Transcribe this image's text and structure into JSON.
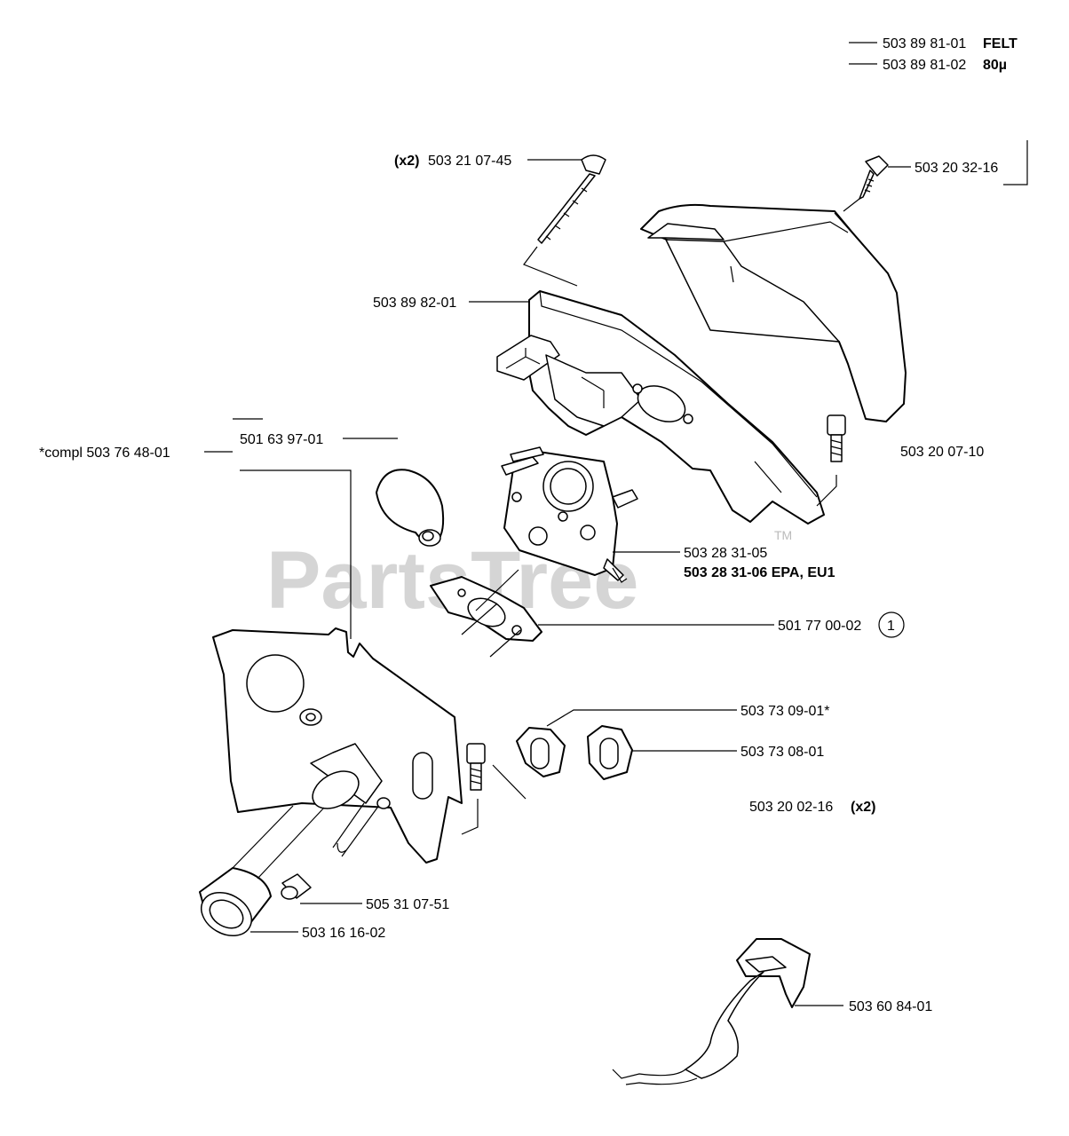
{
  "watermark": {
    "text": "PartsTree",
    "tm": "TM"
  },
  "labels": {
    "felt_num": "503 89 81-01",
    "felt_word": "FELT",
    "micro_num": "503 89 81-02",
    "micro_word": "80µ",
    "screw_qty": "(x2)",
    "screw_num": "503 21 07-45",
    "cover_screw": "503 20 32-16",
    "air_filter_base": "503 89 82-01",
    "intake_num": "501 63 97-01",
    "compl_num": "*compl 503 76 48-01",
    "bolt": "503 20 07-10",
    "carb_1": "503 28 31-05",
    "carb_2": "503 28 31-06 EPA, EU1",
    "gasket": "501 77 00-02",
    "gasket_ref": "1",
    "grommet_1": "503 73 09-01*",
    "grommet_2": "503 73 08-01",
    "bolt_x2_num": "503 20 02-16",
    "bolt_x2_qty": "(x2)",
    "sleeve": "505 31 07-51",
    "bushing": "503 16 16-02",
    "throttle_rod": "503 60 84-01"
  }
}
